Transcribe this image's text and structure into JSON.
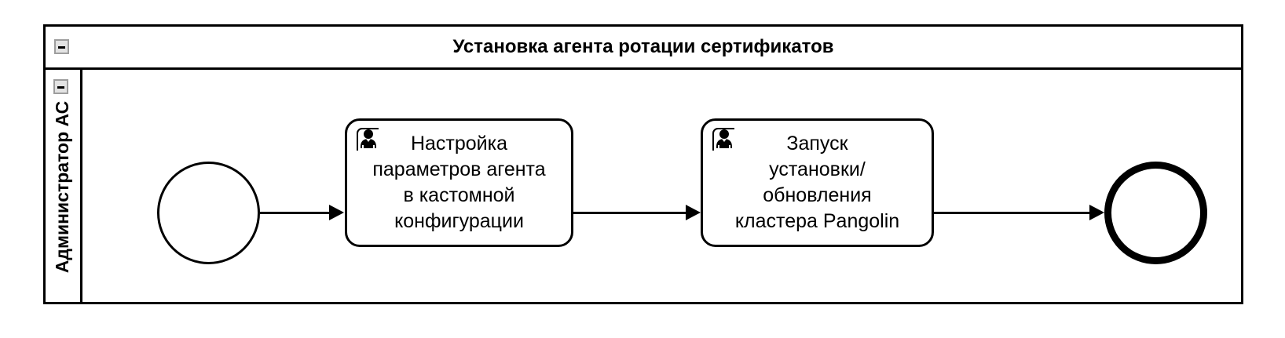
{
  "diagram": {
    "type": "bpmn-process",
    "pool": {
      "title": "Установка агента ротации сертификатов",
      "collapse_icon": "minus-box-icon"
    },
    "lane": {
      "label": "Администратор АС",
      "collapse_icon": "minus-box-icon"
    },
    "nodes": [
      {
        "id": "start",
        "kind": "start-event",
        "label": ""
      },
      {
        "id": "task-1",
        "kind": "manual-task",
        "icon": "user-icon",
        "label": "Настройка\nпараметров агента\nв кастомной\nконфигурации"
      },
      {
        "id": "task-2",
        "kind": "manual-task",
        "icon": "user-icon",
        "label": "Запуск\nустановки/\nобновления\nкластера Pangolin"
      },
      {
        "id": "end",
        "kind": "end-event",
        "label": ""
      }
    ],
    "flows": [
      {
        "from": "start",
        "to": "task-1",
        "label": ""
      },
      {
        "from": "task-1",
        "to": "task-2",
        "label": ""
      },
      {
        "from": "task-2",
        "to": "end",
        "label": ""
      }
    ],
    "colors": {
      "stroke": "#000000",
      "fill": "#ffffff",
      "icon_box_fill": "#e3e3e3",
      "icon_box_border": "#9d9d9d"
    }
  }
}
